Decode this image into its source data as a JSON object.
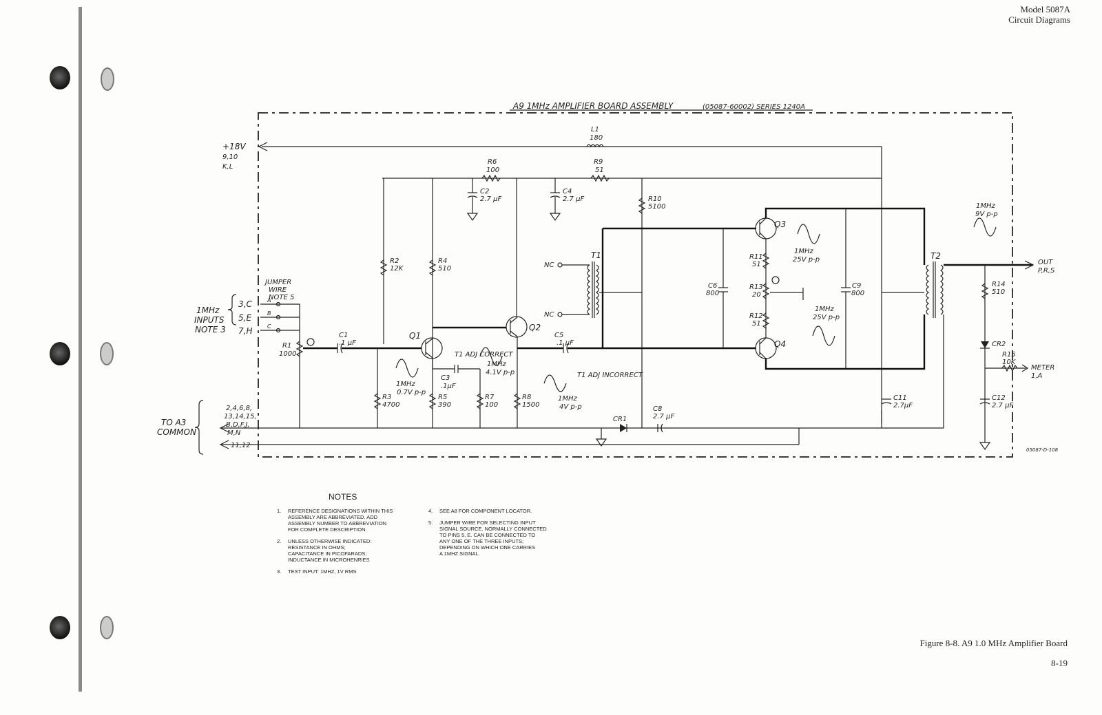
{
  "header": {
    "model": "Model 5087A",
    "section": "Circuit Diagrams"
  },
  "diagram": {
    "title": "A9 1MHz AMPLIFIER BOARD ASSEMBLY",
    "part_number": "(05087-60002) SERIES 1240A",
    "drawing_number": "05087-D-108",
    "power": {
      "label": "+18V",
      "pins_1": "9,10",
      "pins_2": "K,L"
    },
    "inputs": {
      "label_1": "1MHz",
      "label_2": "INPUTS",
      "label_3": "NOTE 3",
      "pin_1": "3,C",
      "pin_2": "5,E",
      "pin_3": "7,H"
    },
    "jumper": {
      "label_1": "JUMPER",
      "label_2": "WIRE",
      "label_3": "NOTE 5",
      "pos_a": "A",
      "pos_b": "B",
      "pos_c": "C"
    },
    "common": {
      "label_1": "TO A3",
      "label_2": "COMMON",
      "pins_1": "2,4,6,8,",
      "pins_2": "13,14,15,",
      "pins_3": "B,D,F,J,",
      "pins_4": "M,N",
      "pins_5": "11,12"
    },
    "output": {
      "label": "OUT",
      "pins": "P,R,S",
      "wave_1": "1MHz",
      "wave_2": "9V p-p"
    },
    "meter": {
      "label": "METER",
      "pins": "1,A"
    },
    "components": {
      "L1": "L1",
      "L1_val": "180",
      "R1": "R1",
      "R1_val": "1000",
      "R2": "R2",
      "R2_val": "12K",
      "R3": "R3",
      "R3_val": "4700",
      "R4": "R4",
      "R4_val": "510",
      "R5": "R5",
      "R5_val": "390",
      "R6": "R6",
      "R6_val": "100",
      "R7": "R7",
      "R7_val": "100",
      "R8": "R8",
      "R8_val": "1500",
      "R9": "R9",
      "R9_val": "51",
      "R10": "R10",
      "R10_val": "5100",
      "R11": "R11",
      "R11_val": "51",
      "R12": "R12",
      "R12_val": "51",
      "R13": "R13",
      "R13_val": "20",
      "R14": "R14",
      "R14_val": "510",
      "R15": "R15",
      "R15_val": "10K",
      "C1": "C1",
      "C1_val": ".1 µF",
      "C2": "C2",
      "C2_val": "2.7 µF",
      "C3": "C3",
      "C3_val": ".1µF",
      "C4": "C4",
      "C4_val": "2.7 µF",
      "C5": "C5",
      "C5_val": ".1 µF",
      "C6": "C6",
      "C6_val": "800",
      "C8": "C8",
      "C8_val": "2.7 µF",
      "C9": "C9",
      "C9_val": "800",
      "C11": "C11",
      "C11_val": "2.7µF",
      "C12": "C12",
      "C12_val": "2.7 µF",
      "Q1": "Q1",
      "Q2": "Q2",
      "Q3": "Q3",
      "Q4": "Q4",
      "CR1": "CR1",
      "CR2": "CR2",
      "T1": "T1",
      "T2": "T2",
      "NC": "NC"
    },
    "waveforms": {
      "q1": {
        "freq": "1MHz",
        "amp": "0.7V p-p"
      },
      "t1_correct": {
        "label": "T1 ADJ CORRECT",
        "freq": "1MHz",
        "amp": "4.1V p-p"
      },
      "t1_incorrect": {
        "label": "T1 ADJ INCORRECT",
        "freq": "1MHz",
        "amp": "4V p-p"
      },
      "q3": {
        "freq": "1MHz",
        "amp": "25V p-p"
      },
      "q4": {
        "freq": "1MHz",
        "amp": "25V p-p"
      }
    }
  },
  "notes": {
    "title": "NOTES",
    "items": [
      {
        "n": "1.",
        "text": "REFERENCE DESIGNATIONS WITHIN THIS\nASSEMBLY ARE ABBREVIATED. ADD\nASSEMBLY NUMBER TO ABBREVIATION\nFOR COMPLETE DESCRIPTION."
      },
      {
        "n": "2.",
        "text": "UNLESS OTHERWISE INDICATED:\n  RESISTANCE IN OHMS;\n  CAPACITANCE IN PICOFARADS;\n  INDUCTANCE IN MICROHENRIES"
      },
      {
        "n": "3.",
        "text": "TEST INPUT: 1MHz, 1V RMS"
      },
      {
        "n": "4.",
        "text": "SEE A8 FOR COMPONENT LOCATOR."
      },
      {
        "n": "5.",
        "text": "JUMPER WIRE FOR SELECTING INPUT\nSIGNAL SOURCE. NORMALLY CONNECTED\nTO PINS 5, E. CAN BE CONNECTED TO\nANY ONE OF THE THREE INPUTS;\nDEPENDING ON WHICH ONE CARRIES\nA 1MHz SIGNAL."
      }
    ]
  },
  "caption": {
    "figure": "Figure 8-8.  A9 1.0 MHz Amplifier Board",
    "page": "8-19"
  }
}
